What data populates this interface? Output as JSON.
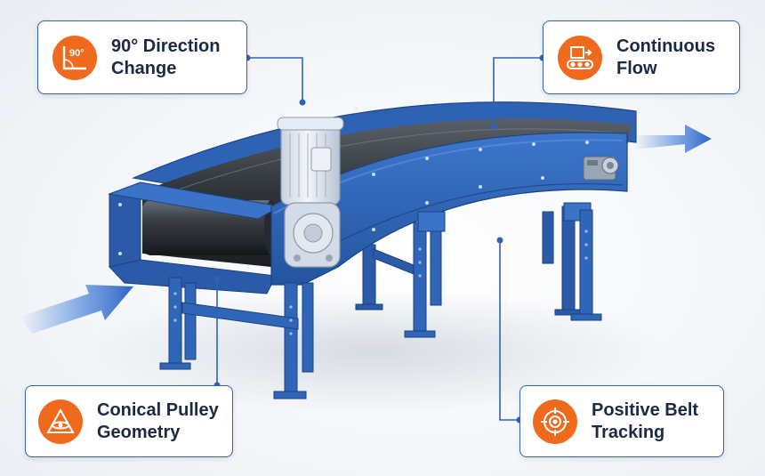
{
  "callouts": {
    "direction_change": {
      "label": "90° Direction\nChange",
      "icon_text": "90°",
      "icon": "right-angle-icon"
    },
    "continuous_flow": {
      "label": "Continuous\nFlow",
      "icon": "conveyor-box-icon"
    },
    "conical_pulley": {
      "label": "Conical Pulley\nGeometry",
      "icon": "cone-pulley-icon"
    },
    "belt_tracking": {
      "label": "Positive Belt\nTracking",
      "icon": "crosshair-target-icon"
    }
  },
  "colors": {
    "frame_blue": "#2d63b3",
    "frame_dark": "#1f4a8c",
    "belt": "#2b2f36",
    "accent_orange": "#f06a1d",
    "callout_border": "#2f63b8",
    "motor": "#dfe6ef"
  }
}
